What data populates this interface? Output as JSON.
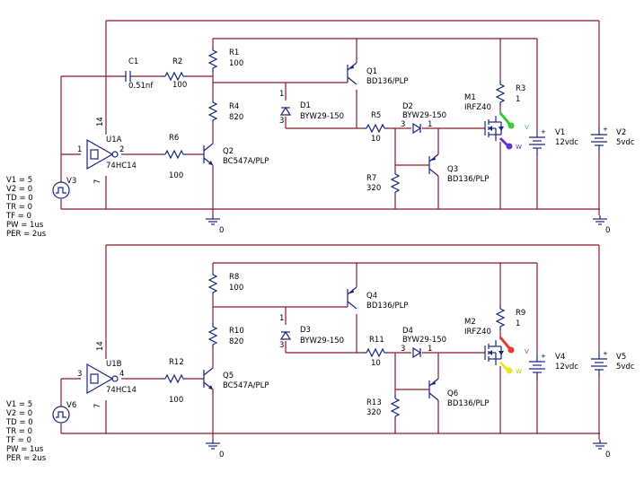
{
  "sources": {
    "params": [
      "V1 = 5",
      "V2 = 0",
      "TD = 0",
      "TR = 0",
      "TF = 0",
      "PW = 1us",
      "PER = 2us"
    ]
  },
  "circuit_top": {
    "c1": "C1",
    "c1_val": "0.51nf",
    "r1": "R1",
    "r1_val": "100",
    "r2": "R2",
    "r2_val": "100",
    "r3": "R3",
    "r3_val": "1",
    "r4": "R4",
    "r4_val": "820",
    "r5": "R5",
    "r5_val": "10",
    "r6": "R6",
    "r6_val": "100",
    "r7": "R7",
    "r7_val": "320",
    "q1": "Q1",
    "q1_val": "BD136/PLP",
    "q2": "Q2",
    "q2_val": "BC547A/PLP",
    "q3": "Q3",
    "q3_val": "BD136/PLP",
    "d1": "D1",
    "d1_val": "BYW29-150",
    "d2": "D2",
    "d2_val": "BYW29-150",
    "m1": "M1",
    "m1_val": "IRFZ40",
    "u": "U1A",
    "u_val": "74HC14",
    "pin_in": "1",
    "pin_out": "2",
    "pin_vcc": "14",
    "pin_gnd": "7",
    "src": "V3",
    "v1": "V1",
    "v1_val": "12vdc",
    "v2": "V2",
    "v2_val": "5vdc",
    "probe_v": "V",
    "probe_w": "W",
    "probe_v_color": "#33cc33",
    "probe_w_color": "#6633cc",
    "gnd": "0",
    "d1_p1": "1",
    "d1_p3": "3",
    "d2_p3": "3",
    "d2_p1": "1"
  },
  "circuit_bottom": {
    "r8": "R8",
    "r8_val": "100",
    "r9": "R9",
    "r9_val": "1",
    "r10": "R10",
    "r10_val": "820",
    "r11": "R11",
    "r11_val": "10",
    "r12": "R12",
    "r12_val": "100",
    "r13": "R13",
    "r13_val": "320",
    "q4": "Q4",
    "q4_val": "BD136/PLP",
    "q5": "Q5",
    "q5_val": "BC547A/PLP",
    "q6": "Q6",
    "q6_val": "BD136/PLP",
    "d3": "D3",
    "d3_val": "BYW29-150",
    "d4": "D4",
    "d4_val": "BYW29-150",
    "m2": "M2",
    "m2_val": "IRFZ40",
    "u": "U1B",
    "u_val": "74HC14",
    "pin_in": "3",
    "pin_out": "4",
    "pin_vcc": "14",
    "pin_gnd": "7",
    "src": "V6",
    "v4": "V4",
    "v4_val": "12vdc",
    "v5": "V5",
    "v5_val": "5vdc",
    "probe_v": "V",
    "probe_w": "W",
    "probe_v_color": "#e53935",
    "probe_w_color": "#e8e820",
    "gnd": "0",
    "d3_p1": "1",
    "d3_p3": "3",
    "d4_p3": "3",
    "d4_p1": "1"
  }
}
